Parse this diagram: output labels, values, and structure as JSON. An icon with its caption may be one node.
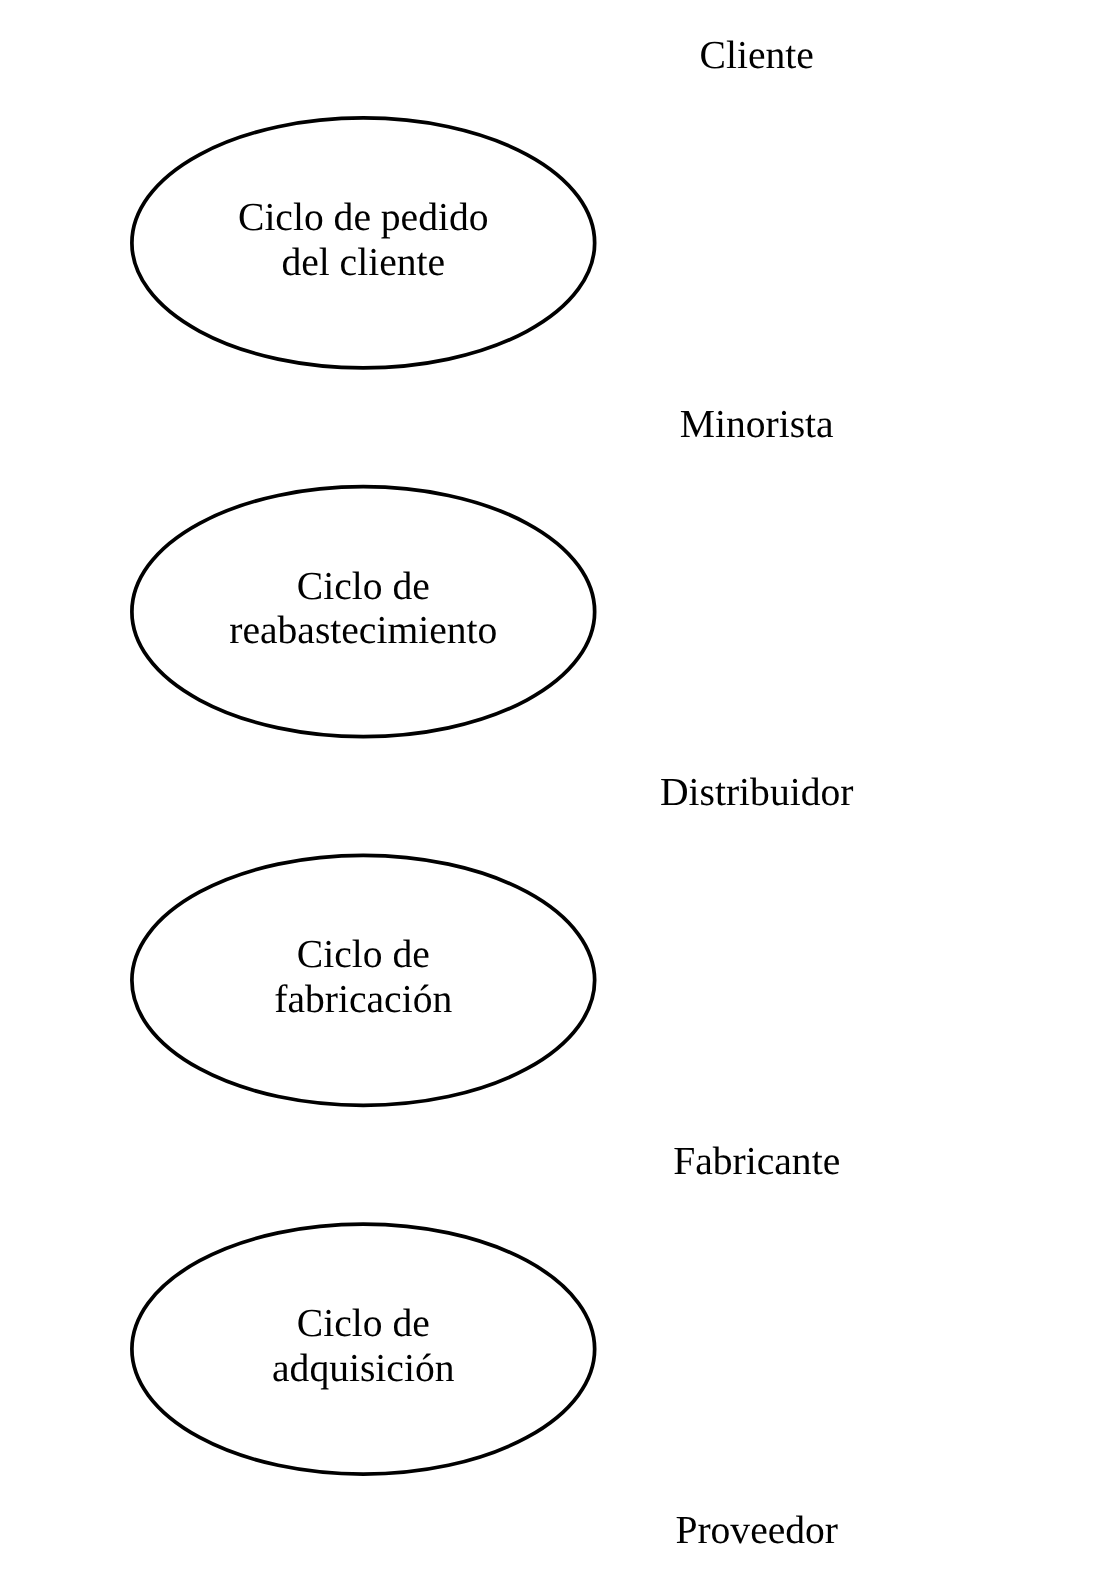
{
  "diagram": {
    "nodes": [
      {
        "text": [
          "Ciclo de pedido del cliente"
        ]
      },
      {
        "text": [
          "Ciclo de reabastecimiento"
        ]
      },
      {
        "text": [
          "Ciclo de fabricación"
        ]
      },
      {
        "text": [
          "Ciclo de adquisición"
        ]
      }
    ],
    "labels": [
      "Cliente",
      "Minorista",
      "Distribuidor",
      "Fabricante",
      "Proveedor"
    ]
  }
}
